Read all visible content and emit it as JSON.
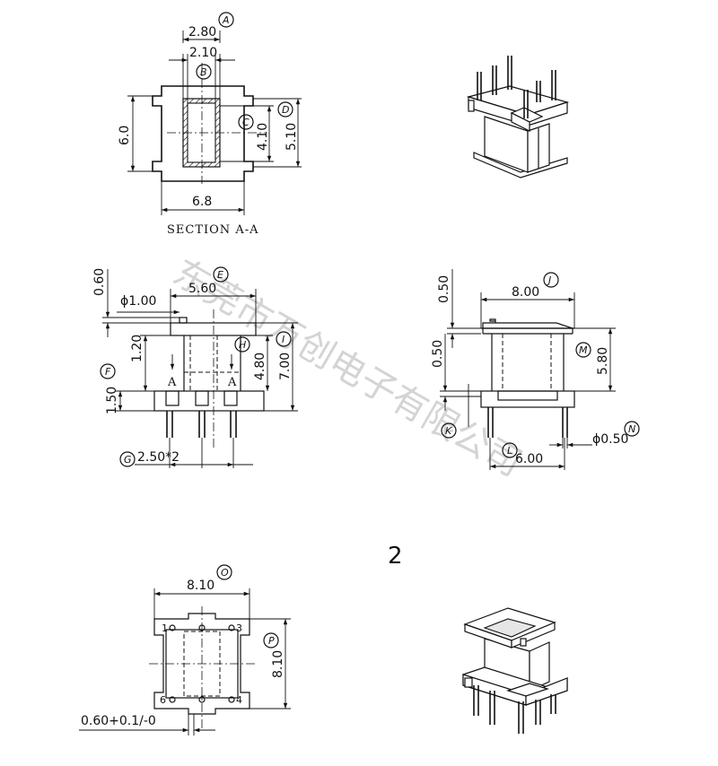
{
  "labels": {
    "section": "SECTION A-A",
    "page_number": "2",
    "section_marks": [
      "A",
      "A"
    ],
    "watermark": "东莞市万创电子有限公司"
  },
  "dimensions": {
    "a": "2.80",
    "b": "2.10",
    "c": "4.10",
    "d": "5.10",
    "height_6": "6.0",
    "width_6_8": "6.8",
    "e": "5.60",
    "pin_dia": "ϕ1.00",
    "top_060": "0.60",
    "h_120": "1.20",
    "f": "1.50",
    "h": "4.80",
    "i": "7.00",
    "g": "2.50*2",
    "j": "8.00",
    "j_050": "0.50",
    "k_050": "0.50",
    "m": "5.80",
    "l": "6.00",
    "n": "ϕ0.50",
    "o": "8.10",
    "p": "8.10",
    "slot": "0.60+0.1/-0"
  },
  "balloons": [
    "A",
    "B",
    "C",
    "D",
    "E",
    "F",
    "G",
    "H",
    "I",
    "J",
    "K",
    "L",
    "M",
    "N",
    "O",
    "P"
  ],
  "pin_numbers": [
    "1",
    "3",
    "6",
    "4"
  ]
}
